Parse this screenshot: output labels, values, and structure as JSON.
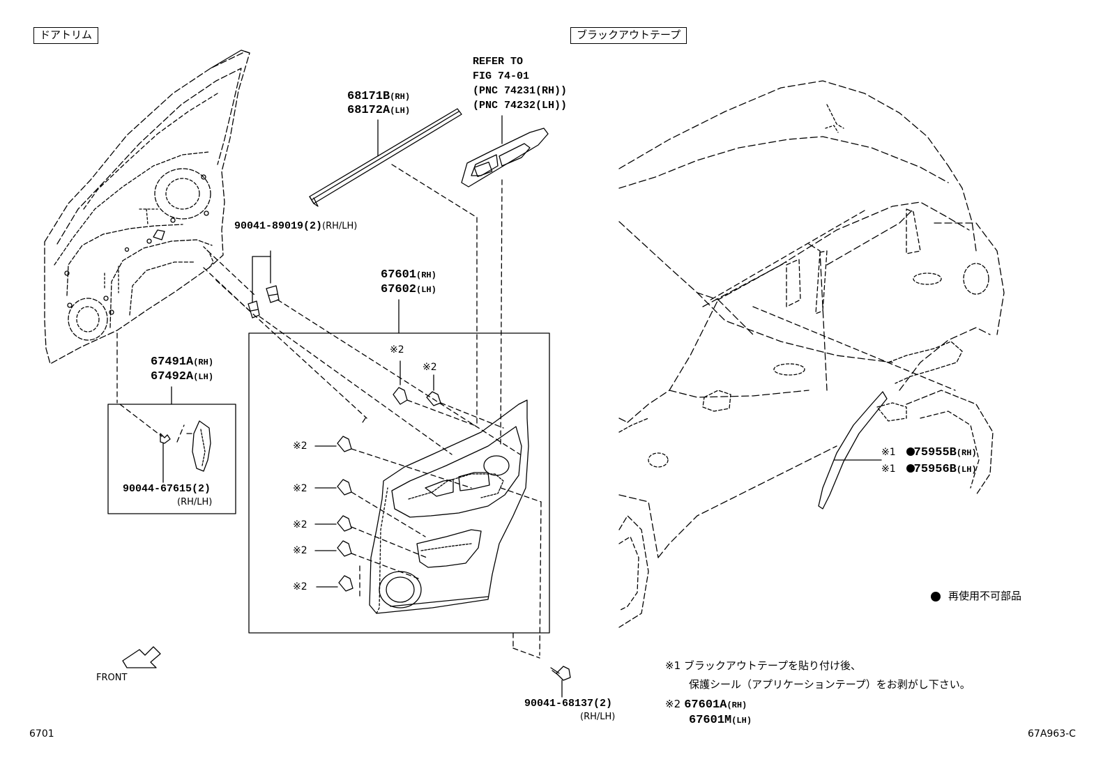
{
  "section_labels": {
    "door_trim": "ドアトリム",
    "blackout_tape": "ブラックアウトテープ"
  },
  "refer": [
    "REFER TO",
    "FIG 74-01",
    "(PNC 74231(RH))",
    "(PNC 74232(LH))"
  ],
  "parts": {
    "weatherstrip_rh": "68171B",
    "weatherstrip_rh_side": "(RH)",
    "weatherstrip_lh": "68172A",
    "weatherstrip_lh_side": "(LH)",
    "clip_9004189019": "90041-89019(2)",
    "clip_9004189019_side": "(RH/LH)",
    "board_rh": "67601",
    "board_rh_side": "(RH)",
    "board_lh": "67602",
    "board_lh_side": "(LH)",
    "cover_rh": "67491A",
    "cover_rh_side": "(RH)",
    "cover_lh": "67492A",
    "cover_lh_side": "(LH)",
    "clip_9004467615": "90044-67615(2)",
    "clip_9004467615_side": "(RH/LH)",
    "screw_9004168137": "90041-68137(2)",
    "screw_9004168137_side": "(RH/LH)",
    "tape_rh_mark": "※1",
    "tape_rh": "75955B",
    "tape_rh_side": "(RH)",
    "tape_lh_mark": "※1",
    "tape_lh": "75956B",
    "tape_lh_side": "(LH)"
  },
  "clip_mark": "※2",
  "legend": {
    "symbol": "●",
    "text": "再使用不可部品"
  },
  "notes": {
    "note1_mark": "※1",
    "note1_line1": "ブラックアウトテープを貼り付け後、",
    "note1_line2": "保護シール（アプリケーションテープ）をお剥がし下さい。",
    "note2_mark": "※2",
    "note2_rh": "67601A",
    "note2_rh_side": "(RH)",
    "note2_lh": "67601M",
    "note2_lh_side": "(LH)"
  },
  "front_label": "FRONT",
  "page_code": "6701",
  "drawing_code": "67A963-C"
}
